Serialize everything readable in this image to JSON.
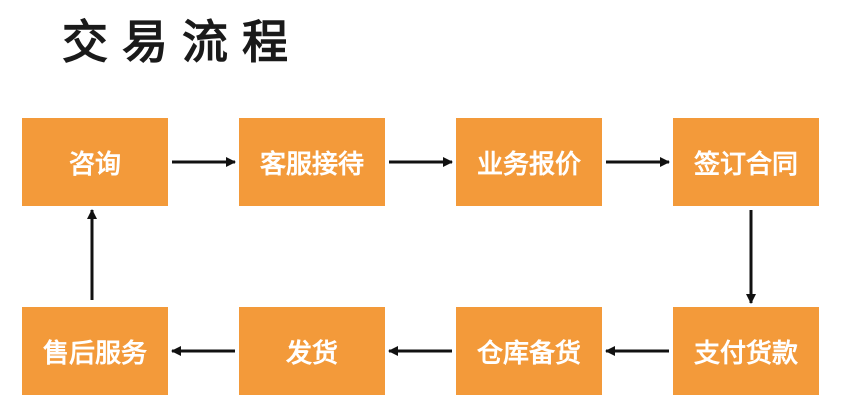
{
  "title": "交易流程",
  "colors": {
    "box_fill": "#F39A3A",
    "box_text": "#FFFFFF",
    "arrow": "#111111",
    "title": "#1A1A1A"
  },
  "steps": [
    {
      "id": "consult",
      "label": "咨询"
    },
    {
      "id": "reception",
      "label": "客服接待"
    },
    {
      "id": "quote",
      "label": "业务报价"
    },
    {
      "id": "contract",
      "label": "签订合同"
    },
    {
      "id": "payment",
      "label": "支付货款"
    },
    {
      "id": "warehouse",
      "label": "仓库备货"
    },
    {
      "id": "shipping",
      "label": "发货"
    },
    {
      "id": "after_sales",
      "label": "售后服务"
    }
  ],
  "flow": [
    [
      "consult",
      "reception"
    ],
    [
      "reception",
      "quote"
    ],
    [
      "quote",
      "contract"
    ],
    [
      "contract",
      "payment"
    ],
    [
      "payment",
      "warehouse"
    ],
    [
      "warehouse",
      "shipping"
    ],
    [
      "shipping",
      "after_sales"
    ],
    [
      "after_sales",
      "consult"
    ]
  ]
}
